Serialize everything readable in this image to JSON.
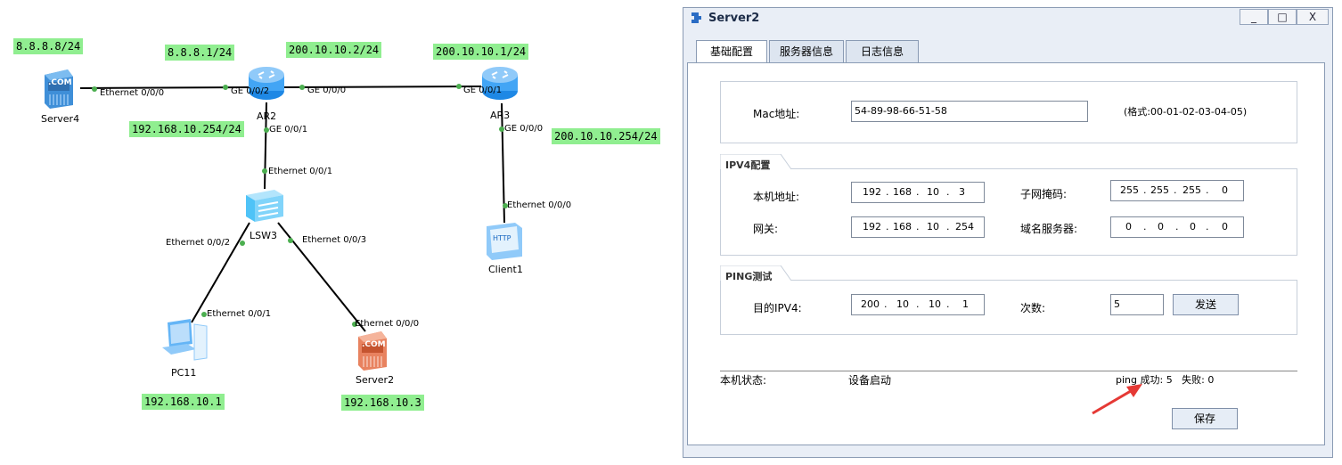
{
  "topology": {
    "ip_labels": {
      "server4_ip": "8.8.8.8/24",
      "ar2_ge002_ip": "8.8.8.1/24",
      "ar2_ge000_ip": "200.10.10.2/24",
      "ar3_ge001_ip": "200.10.10.1/24",
      "ar2_ge001_ip": "192.168.10.254/24",
      "ar3_ge000_ip": "200.10.10.254/24",
      "pc11_ip": "192.168.10.1",
      "server2_ip": "192.168.10.3"
    },
    "devices": {
      "server4": "Server4",
      "ar2": "AR2",
      "ar3": "AR3",
      "lsw3": "LSW3",
      "client1": "Client1",
      "pc11": "PC11",
      "server2": "Server2",
      "com_text": ".COM",
      "http_text": "HTTP"
    },
    "ports": {
      "server4_eth": "Ethernet 0/0/0",
      "ar2_ge002": "GE 0/0/2",
      "ar2_ge000": "GE 0/0/0",
      "ar3_ge001": "GE 0/0/1",
      "ar2_ge001": "GE 0/0/1",
      "ar3_ge000": "GE 0/0/0",
      "lsw3_eth001": "Ethernet 0/0/1",
      "client1_eth": "Ethernet 0/0/0",
      "lsw3_eth002": "Ethernet 0/0/2",
      "lsw3_eth003": "Ethernet 0/0/3",
      "pc11_eth": "Ethernet 0/0/1",
      "server2_eth": "Ethernet 0/0/0"
    },
    "colors": {
      "ip_label_bg": "#90ee90",
      "link": "#000000",
      "port_dot": "#4caf50",
      "arrow": "#e53935"
    }
  },
  "window": {
    "title": "Server2",
    "controls": {
      "minimize": "_",
      "maximize": "□",
      "close": "X"
    },
    "tabs": [
      "基础配置",
      "服务器信息",
      "日志信息"
    ],
    "active_tab": 0,
    "mac": {
      "label": "Mac地址:",
      "value": "54-89-98-66-51-58",
      "hint": "(格式:00-01-02-03-04-05)"
    },
    "ipv4": {
      "group_title": "IPV4配置",
      "local_label": "本机地址:",
      "local_ip": [
        "192",
        "168",
        "10",
        "3"
      ],
      "mask_label": "子网掩码:",
      "mask": [
        "255",
        "255",
        "255",
        "0"
      ],
      "gateway_label": "网关:",
      "gateway": [
        "192",
        "168",
        "10",
        "254"
      ],
      "dns_label": "域名服务器:",
      "dns": [
        "0",
        "0",
        "0",
        "0"
      ]
    },
    "ping": {
      "group_title": "PING测试",
      "target_label": "目的IPV4:",
      "target": [
        "200",
        "10",
        "10",
        "1"
      ],
      "count_label": "次数:",
      "count": "5",
      "send_button": "发送"
    },
    "status": {
      "label": "本机状态:",
      "value": "设备启动",
      "ping_result": "ping 成功: 5   失败: 0"
    },
    "save_button": "保存"
  }
}
